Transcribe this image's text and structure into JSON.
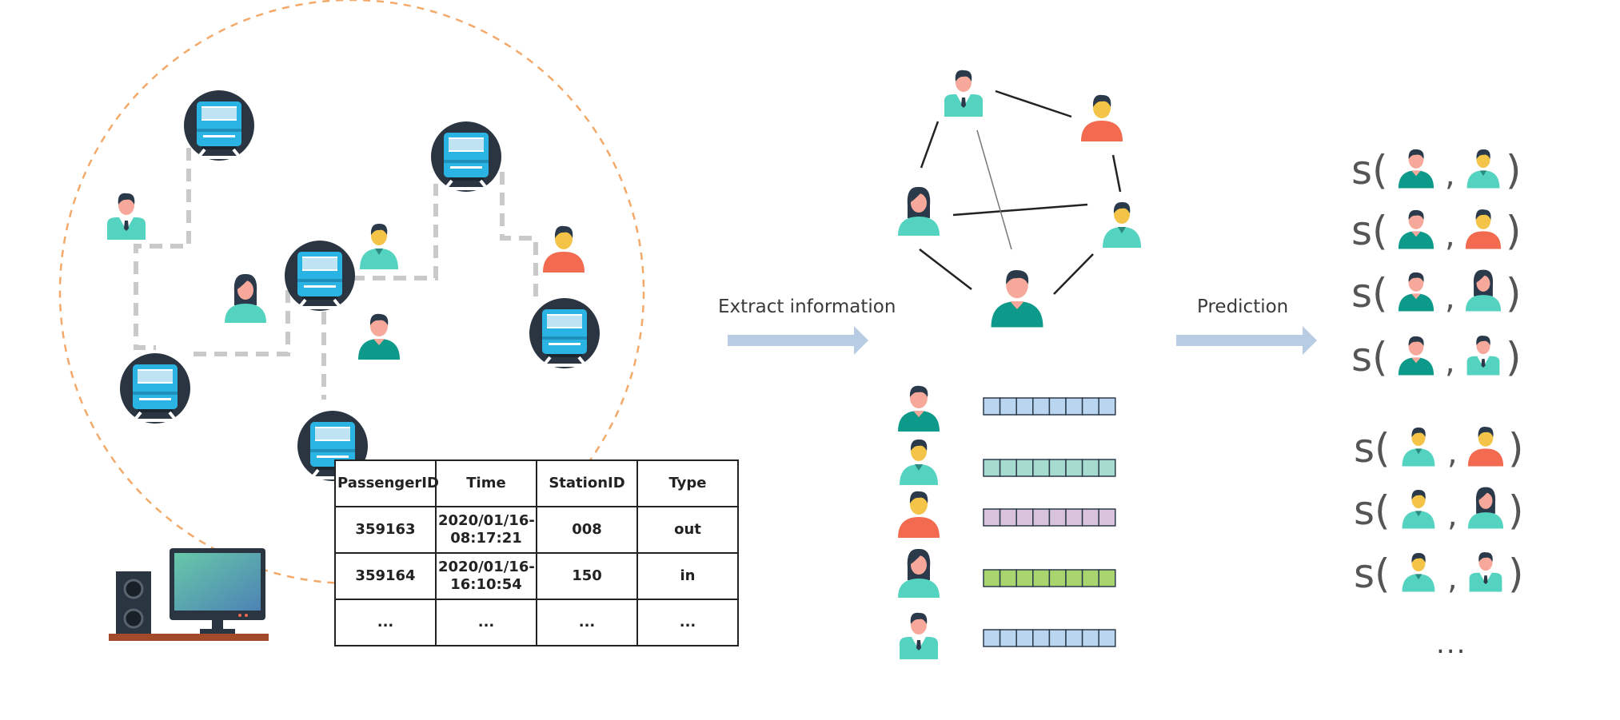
{
  "labels": {
    "extract": "Extract information",
    "prediction": "Prediction"
  },
  "table": {
    "headers": [
      "PassengerID",
      "Time",
      "StationID",
      "Type"
    ],
    "rows": [
      [
        "359163",
        "2020/01/16-08:17:21",
        "008",
        "out"
      ],
      [
        "359164",
        "2020/01/16-16:10:54",
        "150",
        "in"
      ],
      [
        "...",
        "...",
        "...",
        "..."
      ]
    ]
  },
  "similarity": {
    "function_label": "s(",
    "separator": ",",
    "closing": ")",
    "more": "..."
  },
  "colors": {
    "teal": "#0e9a8a",
    "mint": "#55d3c1",
    "orange": "#f26a4f",
    "skin": "#f6a99b",
    "yellow_skin": "#f3c448",
    "hair": "#2b3a4a",
    "train_bg": "#2b3541",
    "train_body": "#2ab4e3",
    "dashed_route": "#c9c9c9",
    "circle_border": "#f2a96a",
    "arrow": "#b8cce4",
    "emb_blue": "#b9d5ef",
    "emb_teal": "#a6dccf",
    "emb_purple": "#d9c3dc",
    "emb_green": "#a8d56d"
  }
}
